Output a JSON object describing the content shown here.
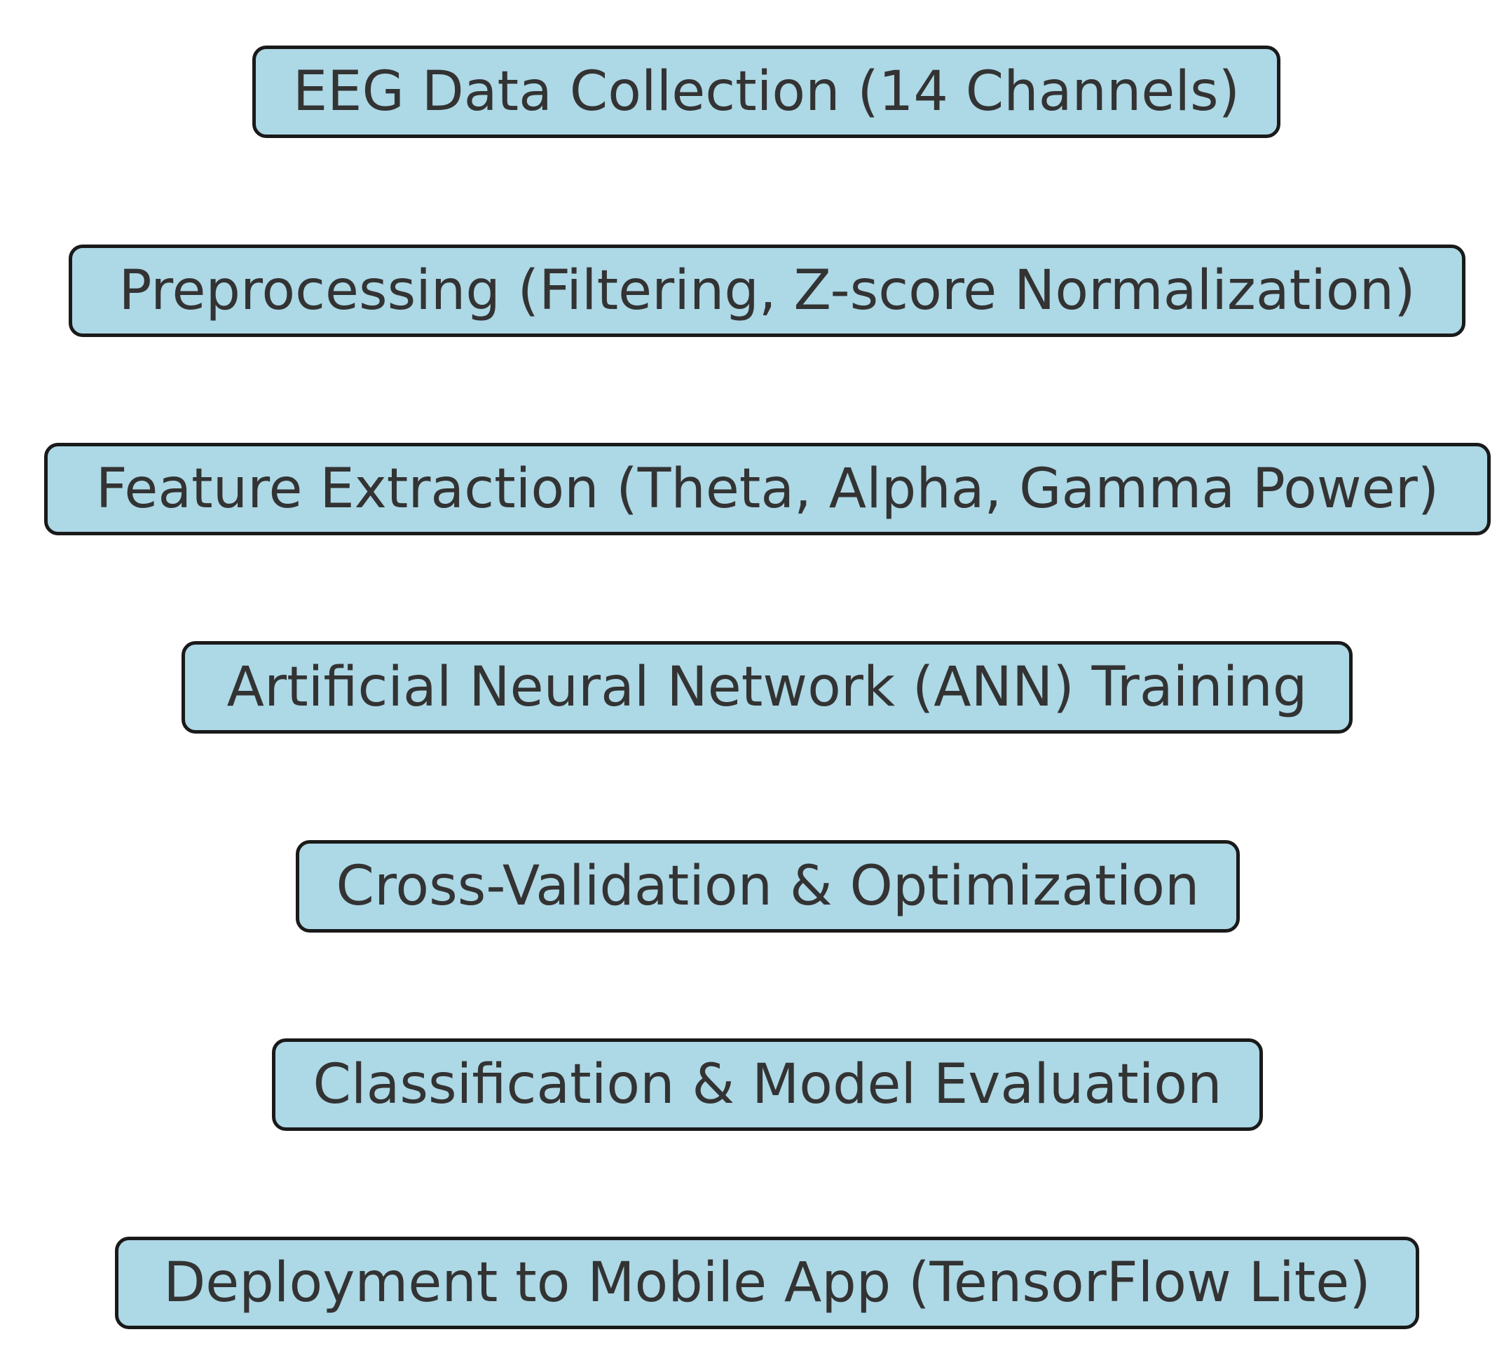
{
  "flowchart": {
    "steps": [
      {
        "label": "EEG Data Collection (14 Channels)"
      },
      {
        "label": "Preprocessing (Filtering, Z-score Normalization)"
      },
      {
        "label": "Feature Extraction (Theta, Alpha, Gamma Power)"
      },
      {
        "label": "Artificial Neural Network (ANN) Training"
      },
      {
        "label": "Cross-Validation & Optimization"
      },
      {
        "label": "Classification & Model Evaluation"
      },
      {
        "label": "Deployment to Mobile App (TensorFlow Lite)"
      }
    ],
    "colors": {
      "box_fill": "#add8e6",
      "box_border": "#1a1a1a",
      "text": "#333333",
      "background": "#ffffff"
    }
  }
}
